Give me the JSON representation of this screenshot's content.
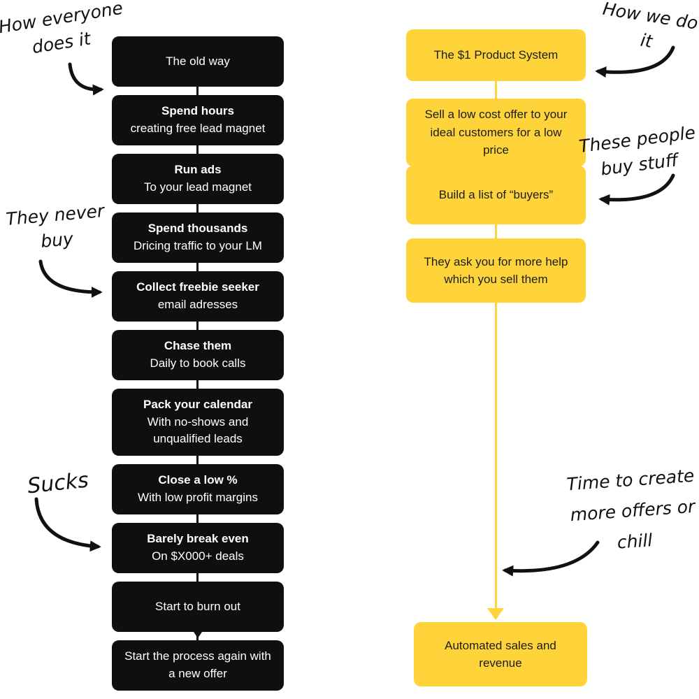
{
  "colors": {
    "background": "#ffffff",
    "box_black": "#0f0f0f",
    "box_yellow": "#ffd43b",
    "text_on_black": "#ffffff",
    "text_on_yellow": "#1c1c1c"
  },
  "left_flow": {
    "boxes": [
      {
        "title": "The old way"
      },
      {
        "title": "Spend hours",
        "subtitle": "creating free lead magnet"
      },
      {
        "title": "Run ads",
        "subtitle": "To your lead magnet"
      },
      {
        "title": "Spend thousands",
        "subtitle": "Dricing traffic to your LM"
      },
      {
        "title": "Collect freebie seeker",
        "subtitle": "email adresses"
      },
      {
        "title": "Chase them",
        "subtitle": "Daily to book calls"
      },
      {
        "title": "Pack your calendar",
        "subtitle": "With no-shows and unqualified leads"
      },
      {
        "title": "Close a low %",
        "subtitle": "With low profit margins"
      },
      {
        "title": "Barely break even",
        "subtitle": "On $X000+ deals"
      },
      {
        "title": "Start to burn out"
      },
      {
        "title": "Start the process again with a new offer"
      }
    ]
  },
  "right_flow": {
    "boxes": [
      {
        "text": "The $1 Product System"
      },
      {
        "text": "Sell a low cost offer to your ideal customers for a low price"
      },
      {
        "text": "Build a list of “buyers”"
      },
      {
        "text": "They ask you for more help which you sell them"
      },
      {
        "text": "Automated sales and revenue"
      }
    ]
  },
  "annotations": {
    "how_everyone": {
      "line1": "How everyone",
      "line2": "does it"
    },
    "how_we": {
      "line1": "How we do",
      "line2": "it"
    },
    "never_buy": {
      "line1": "They never",
      "line2": "buy"
    },
    "buy_stuff": {
      "line1": "These people",
      "line2": "buy stuff"
    },
    "sucks": {
      "line1": "Sucks"
    },
    "time_create": {
      "line1": "Time to create",
      "line2": "more offers or",
      "line3": "chill"
    }
  }
}
